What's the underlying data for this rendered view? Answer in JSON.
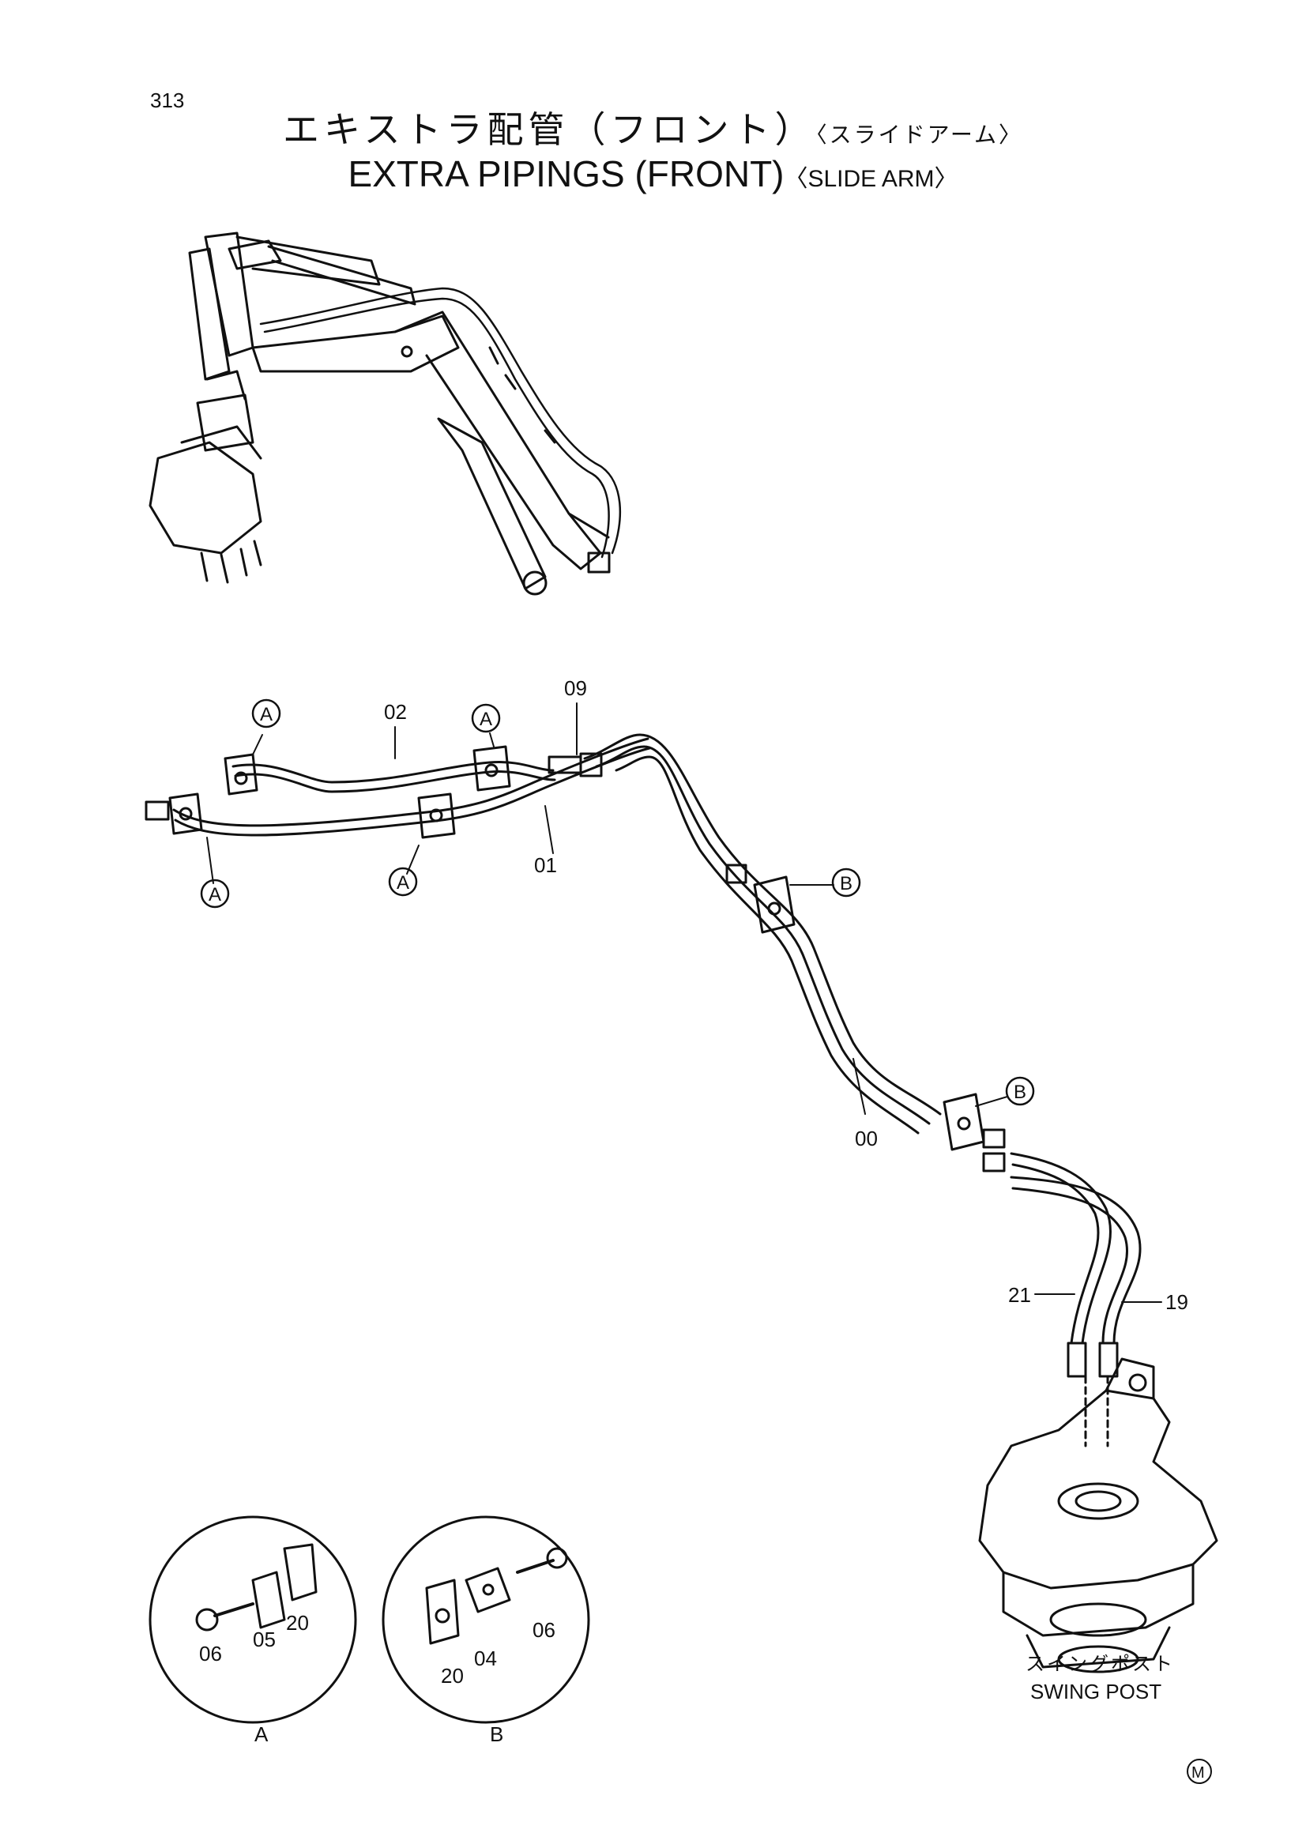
{
  "page": {
    "number": "313"
  },
  "title": {
    "jp_main": "エキストラ配管（フロント）",
    "jp_sub": "〈スライドアーム〉",
    "en_main": "EXTRA PIPINGS (FRONT)",
    "en_sub": "〈SLIDE ARM〉"
  },
  "parts": {
    "p00": "00",
    "p01": "01",
    "p02": "02",
    "p09": "09",
    "p19": "19",
    "p21": "21",
    "p04": "04",
    "p05": "05",
    "p06a": "06",
    "p06b": "06",
    "p20a": "20",
    "p20b": "20"
  },
  "callouts": {
    "a1": "A",
    "a2": "A",
    "a3": "A",
    "a4": "A",
    "b1": "B",
    "b2": "B"
  },
  "details": {
    "detail_a_label": "A",
    "detail_b_label": "B"
  },
  "swing_post": {
    "jp": "スイングポスト",
    "en": "SWING POST"
  },
  "mark": "M"
}
